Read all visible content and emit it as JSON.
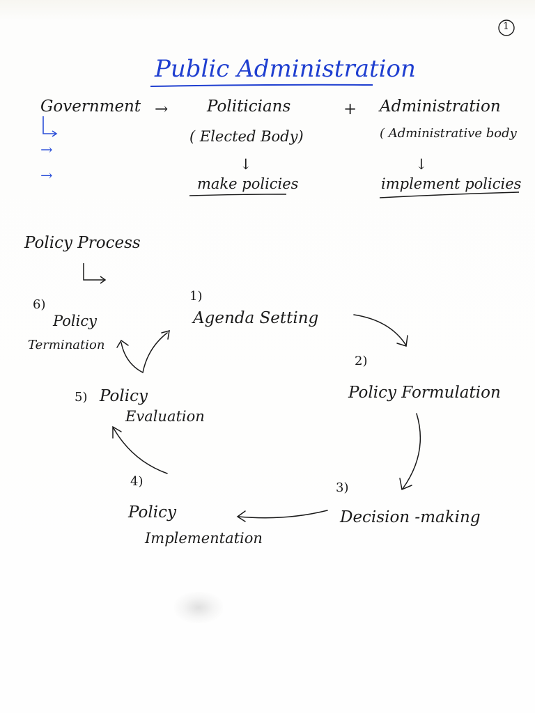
{
  "page": {
    "page_number": "1"
  },
  "title": "Public Administration",
  "intro": {
    "government": "Government",
    "arrow": "→",
    "plus": "+",
    "politicians": "Politicians",
    "elected_body": "( Elected Body)",
    "down_arrow": "↓",
    "make_policies": "make policies",
    "administration": "Administration",
    "administrative_body": "( Administrative body",
    "implement_policies": "implement policies",
    "bullet_arrows": [
      "→",
      "→"
    ]
  },
  "policy_process": {
    "heading": "Policy Process",
    "steps": [
      {
        "number": "1)",
        "lines": [
          "Agenda  Setting"
        ]
      },
      {
        "number": "2)",
        "lines": [
          "Policy  Formulation"
        ]
      },
      {
        "number": "3)",
        "lines": [
          "Decision -making"
        ]
      },
      {
        "number": "4)",
        "lines": [
          "Policy",
          "Implementation"
        ]
      },
      {
        "number": "5)",
        "lines": [
          "Policy",
          "Evaluation"
        ]
      },
      {
        "number": "6)",
        "lines": [
          "Policy",
          "Termination"
        ]
      }
    ]
  }
}
